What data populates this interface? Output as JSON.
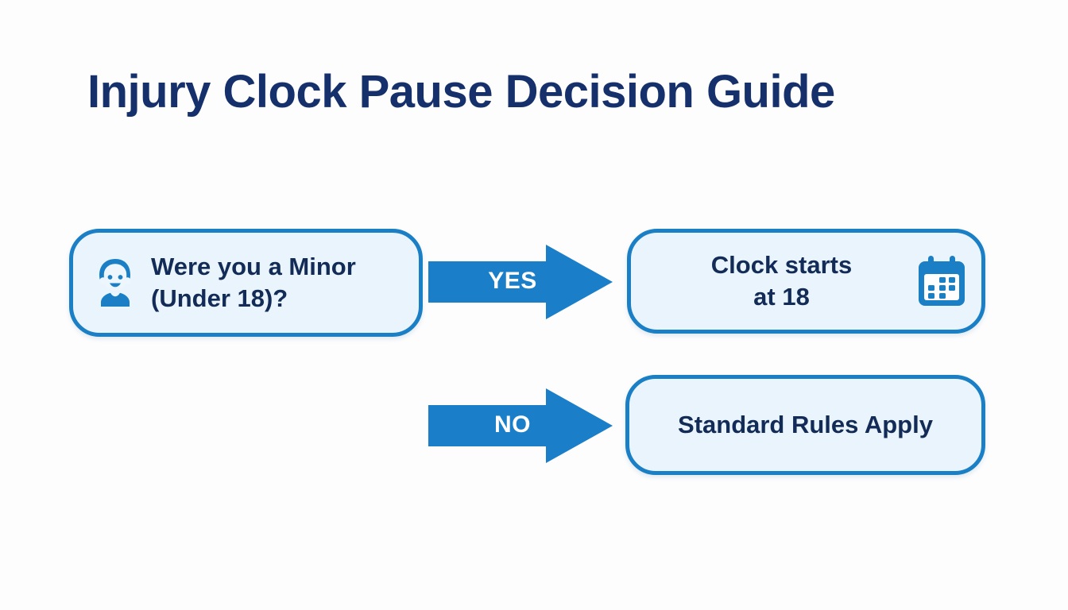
{
  "page": {
    "title": "Injury Clock Pause Decision Guide",
    "background_color": "#fdfdfe"
  },
  "colors": {
    "title_text": "#15306b",
    "node_text": "#132c57",
    "node_fill": "#eaf4fc",
    "node_border": "#1a7fc4",
    "arrow_fill": "#1a7ec8",
    "arrow_label_text": "#ffffff",
    "icon_blue": "#1a7fc4"
  },
  "flowchart": {
    "type": "decision-tree",
    "nodes": [
      {
        "id": "question",
        "role": "decision",
        "text": "Were you a Minor (Under 18)?",
        "line1": "Were you a Minor",
        "line2": "(Under 18)?",
        "icon": "child-icon",
        "icon_position": "left"
      },
      {
        "id": "yes-outcome",
        "role": "outcome",
        "text": "Clock starts at 18",
        "line1": "Clock starts",
        "line2": "at 18",
        "icon": "calendar-icon",
        "icon_position": "right"
      },
      {
        "id": "no-outcome",
        "role": "outcome",
        "text": "Standard Rules Apply",
        "line1": "Standard Rules Apply",
        "line2": "",
        "icon": null,
        "icon_position": null
      }
    ],
    "edges": [
      {
        "id": "yes",
        "label": "YES",
        "from": "question",
        "to": "yes-outcome",
        "direction": "right"
      },
      {
        "id": "no",
        "label": "NO",
        "from": "question",
        "to": "no-outcome",
        "direction": "right"
      }
    ]
  }
}
